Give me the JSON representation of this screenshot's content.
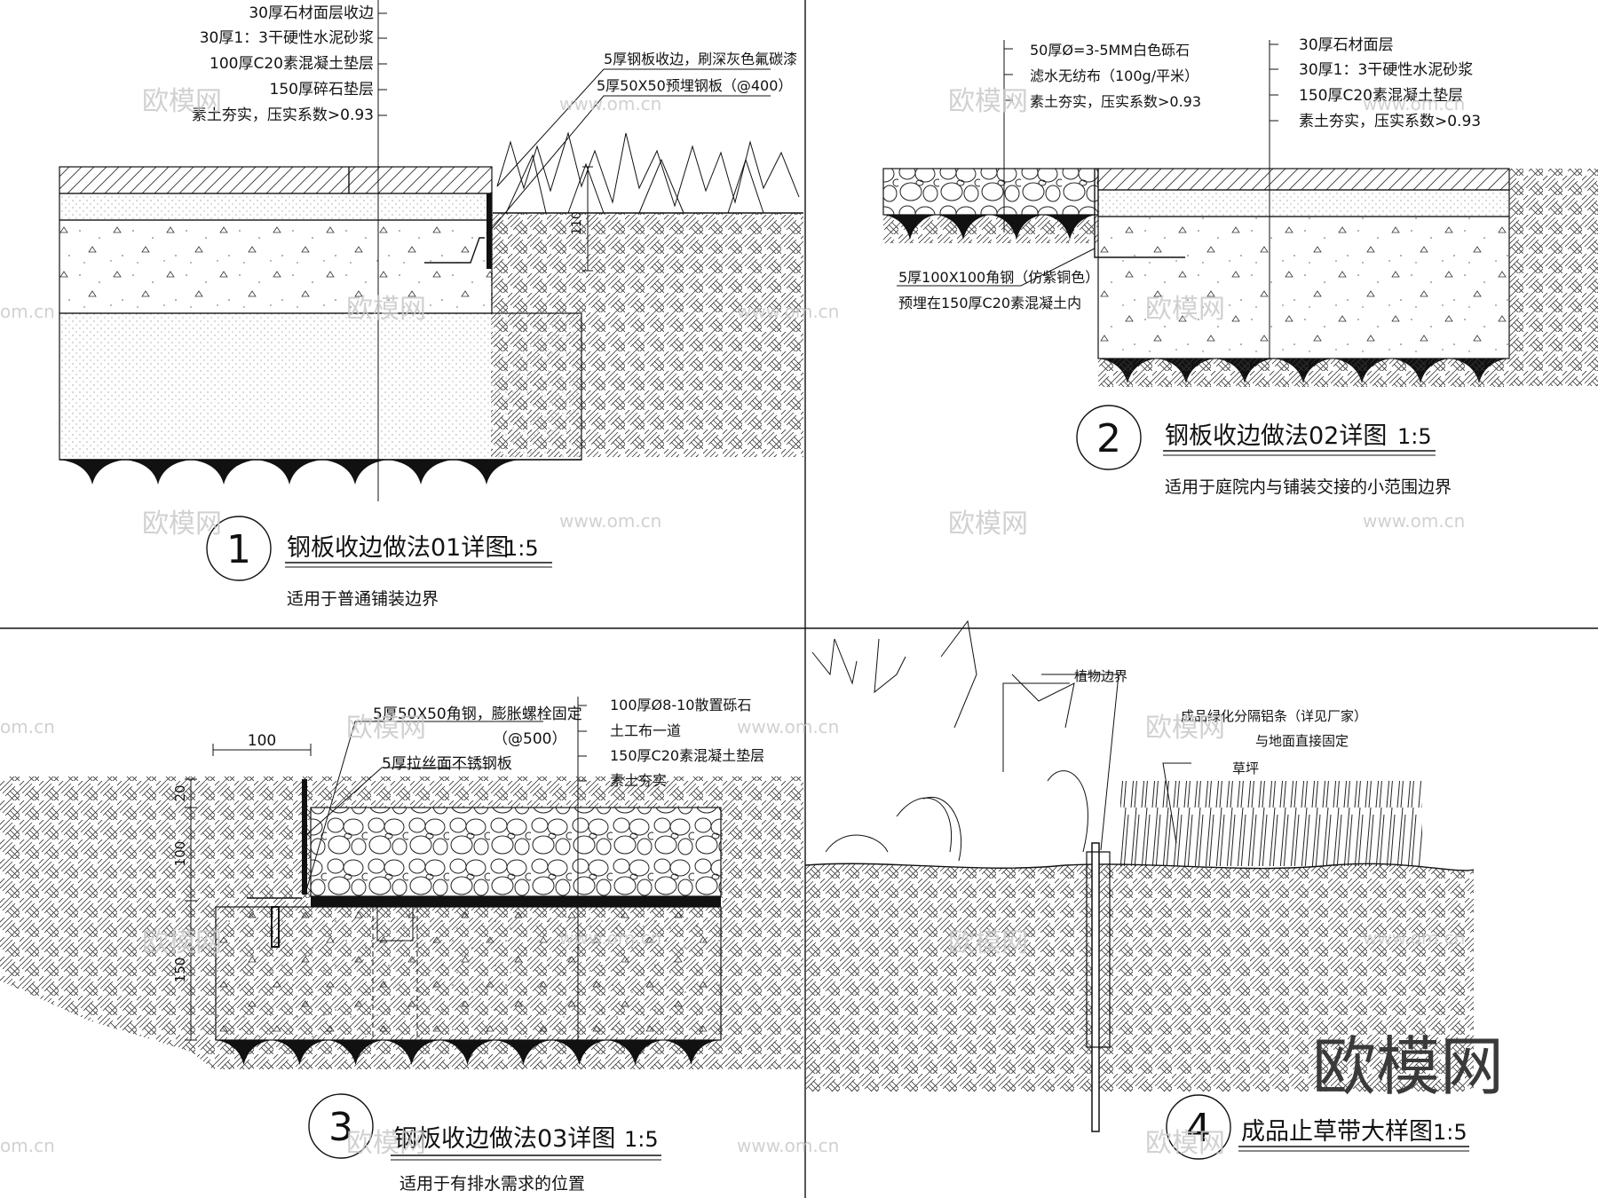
{
  "panels": [
    {
      "number": "1",
      "title": "钢板收边做法01详图",
      "scale": "1:5",
      "subtitle": "适用于普通铺装边界",
      "callouts_left": [
        "30厚石材面层收边",
        "30厚1：3干硬性水泥砂浆",
        "100厚C20素混凝土垫层",
        "150厚碎石垫层",
        "素土夯实，压实系数>0.93"
      ],
      "callouts_right": [
        "5厚钢板收边，刷深灰色氟碳漆",
        "5厚50X50预埋钢板（@400）"
      ],
      "dim": "110"
    },
    {
      "number": "2",
      "title": "钢板收边做法02详图",
      "scale": "1:5",
      "subtitle": "适用于庭院内与铺装交接的小范围边界",
      "callouts_left": [
        "50厚Ø=3-5MM白色砾石",
        "滤水无纺布（100g/平米）",
        "素土夯实，压实系数>0.93"
      ],
      "callouts_right": [
        "30厚石材面层",
        "30厚1：3干硬性水泥砂浆",
        "150厚C20素混凝土垫层",
        "素土夯实，压实系数>0.93"
      ],
      "callouts_bottom": [
        "5厚100X100角钢（仿紫铜色）",
        "预埋在150厚C20素混凝土内"
      ]
    },
    {
      "number": "3",
      "title": "钢板收边做法03详图",
      "scale": "1:5",
      "subtitle": "适用于有排水需求的位置",
      "callouts_left": [
        "5厚50X50角钢，膨胀螺栓固定",
        "（@500）",
        "5厚拉丝面不锈钢板"
      ],
      "callouts_right": [
        "100厚Ø8-10散置砾石",
        "土工布一道",
        "150厚C20素混凝土垫层",
        "素土夯实"
      ],
      "dim_top": "100",
      "dims_vertical": [
        "20",
        "100",
        "150"
      ]
    },
    {
      "number": "4",
      "title": "成品止草带大样图",
      "scale": "1:5",
      "subtitle": "",
      "callouts": [
        "植物边界",
        "成品绿化分隔铝条（详见厂家）",
        "与地面直接固定",
        "草坪"
      ]
    }
  ],
  "watermark": {
    "brand": "欧模网",
    "site": "www.om.cn",
    "site_short": "om.cn"
  }
}
